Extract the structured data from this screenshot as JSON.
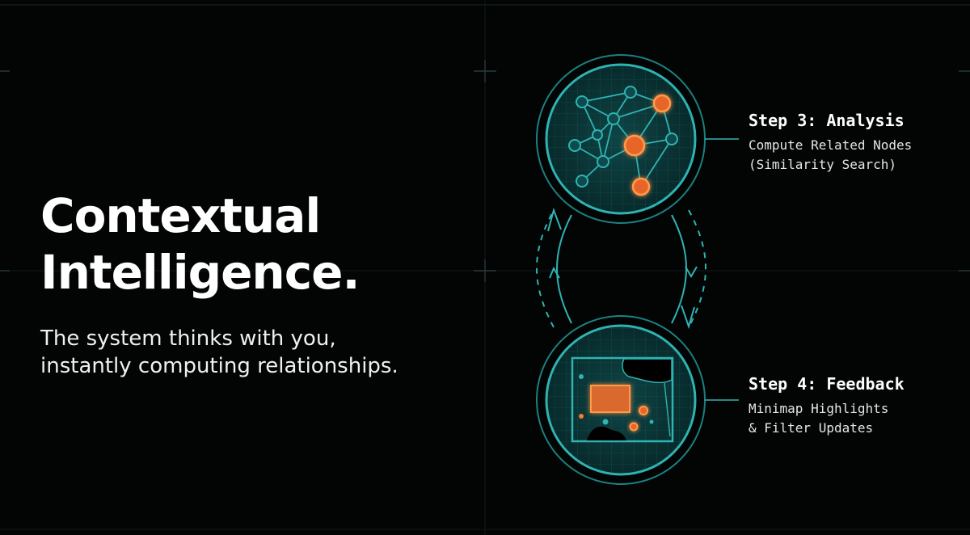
{
  "headline": {
    "line1": "Contextual",
    "line2": "Intelligence."
  },
  "subline": {
    "line1": "The system thinks with you,",
    "line2": "instantly computing relationships."
  },
  "steps": [
    {
      "title": "Step 3: Analysis",
      "desc": [
        "Compute Related Nodes",
        "(Similarity Search)"
      ],
      "icon": "network-graph-icon"
    },
    {
      "title": "Step 4: Feedback",
      "desc": [
        "Minimap Highlights",
        "& Filter Updates"
      ],
      "icon": "minimap-icon"
    }
  ],
  "colors": {
    "background": "#030404",
    "teal": "#2fb3b3",
    "teal_fill": "#0d3a3b",
    "orange": "#ff7a2a",
    "text": "#ffffff"
  }
}
